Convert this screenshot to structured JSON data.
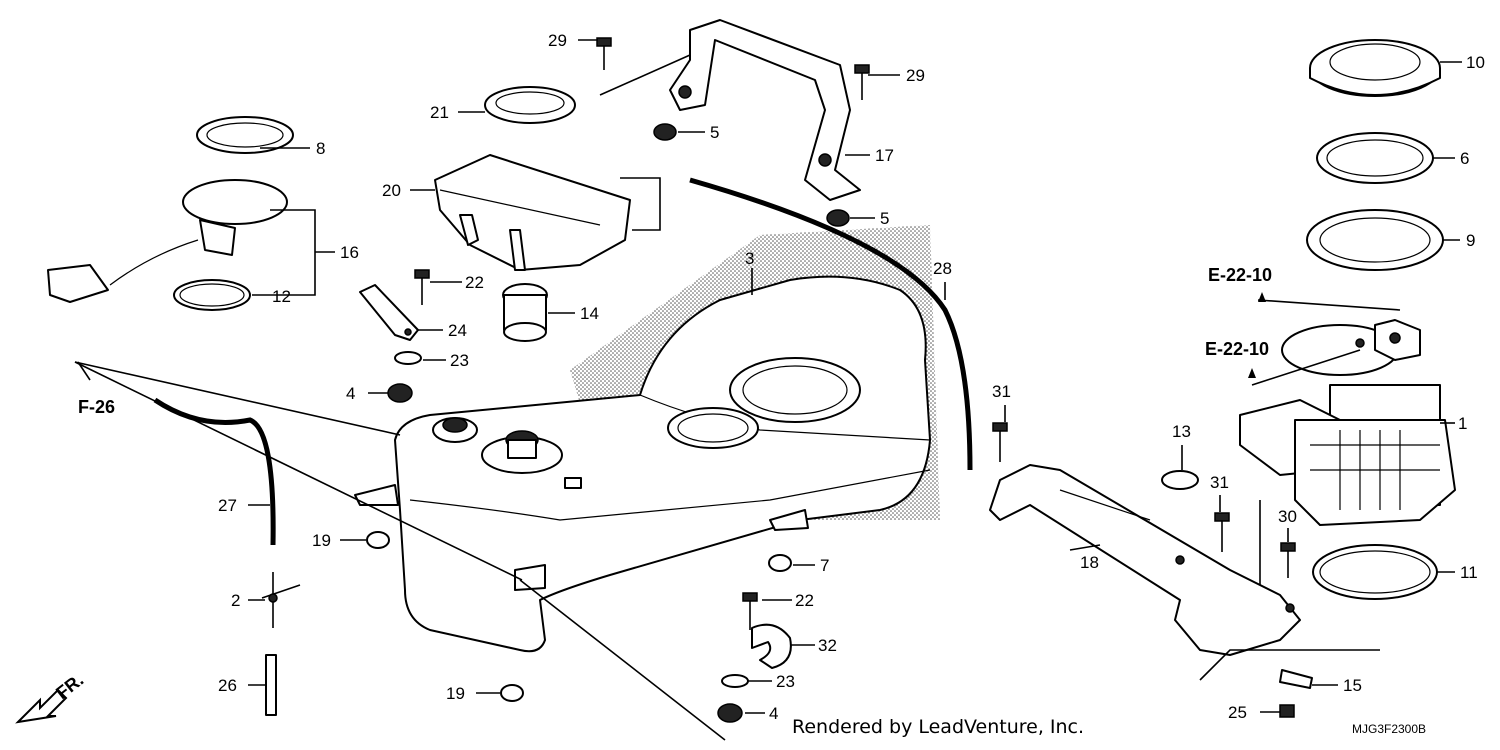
{
  "diagram": {
    "credit": "Rendered by LeadVenture, Inc.",
    "diagram_code": "MJG3F2300B",
    "front_label": "FR.",
    "callouts": {
      "c1": "1",
      "c2": "2",
      "c3": "3",
      "c4a": "4",
      "c4b": "4",
      "c5a": "5",
      "c5b": "5",
      "c6": "6",
      "c7": "7",
      "c8": "8",
      "c9": "9",
      "c10": "10",
      "c11": "11",
      "c12": "12",
      "c13": "13",
      "c14": "14",
      "c15": "15",
      "c16": "16",
      "c17": "17",
      "c18": "18",
      "c19a": "19",
      "c19b": "19",
      "c20": "20",
      "c21": "21",
      "c22a": "22",
      "c22b": "22",
      "c23a": "23",
      "c23b": "23",
      "c24": "24",
      "c25": "25",
      "c26": "26",
      "c27": "27",
      "c28": "28",
      "c29a": "29",
      "c29b": "29",
      "c30": "30",
      "c31a": "31",
      "c31b": "31",
      "c32": "32"
    },
    "references": {
      "e22_10_a": "E-22-10",
      "e22_10_b": "E-22-10",
      "f26": "F-26"
    }
  }
}
